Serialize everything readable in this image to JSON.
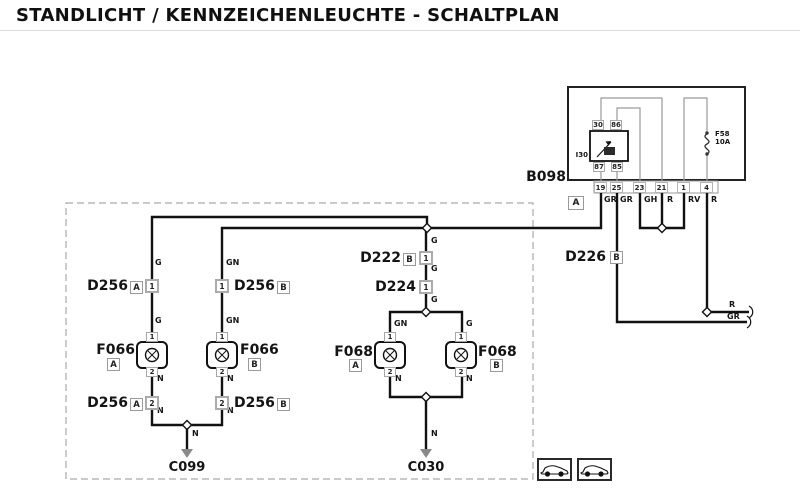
{
  "title": "STANDLICHT / KENNZEICHENLEUCHTE - SCHALTPLAN",
  "fusebox": {
    "label": "B098",
    "connector_letter": "A",
    "relay": {
      "id": "I30",
      "pin_top_left": "30",
      "pin_top_right": "86",
      "pin_bottom_left": "87",
      "pin_bottom_right": "85"
    },
    "fuse": {
      "name": "F58",
      "rating": "10A"
    },
    "pins": [
      "19",
      "25",
      "23",
      "21",
      "1",
      "4"
    ]
  },
  "connectors": [
    {
      "name": "D256",
      "letter": "A",
      "pin": "1"
    },
    {
      "name": "D256",
      "letter": "B",
      "pin": "1"
    },
    {
      "name": "D222",
      "letter": "B",
      "pin": "1"
    },
    {
      "name": "D224",
      "letter": "",
      "pin": "1"
    },
    {
      "name": "D256",
      "letter": "A",
      "pin": "2"
    },
    {
      "name": "D256",
      "letter": "B",
      "pin": "2"
    },
    {
      "name": "D226",
      "letter": "B",
      "pin": ""
    }
  ],
  "lamps": [
    {
      "name": "F066",
      "letter": "A",
      "pin_top": "1",
      "pin_bottom": "2"
    },
    {
      "name": "F066",
      "letter": "B",
      "pin_top": "1",
      "pin_bottom": "2"
    },
    {
      "name": "F068",
      "letter": "A",
      "pin_top": "1",
      "pin_bottom": "2"
    },
    {
      "name": "F068",
      "letter": "B",
      "pin_top": "1",
      "pin_bottom": "2"
    }
  ],
  "grounds": [
    {
      "label": "C099"
    },
    {
      "label": "C030"
    }
  ],
  "wire_labels": [
    "G",
    "G",
    "GN",
    "GN",
    "N",
    "N",
    "N",
    "N",
    "N",
    "G",
    "G",
    "G",
    "GN",
    "G",
    "N",
    "N",
    "N",
    "GR",
    "GR",
    "GH",
    "R",
    "RV",
    "R",
    "R",
    "GR"
  ],
  "icons": {
    "bottom_right": [
      "car-icon",
      "car-icon"
    ]
  },
  "colors": {
    "line": "#111111",
    "muted": "#999999",
    "background": "#ffffff"
  }
}
